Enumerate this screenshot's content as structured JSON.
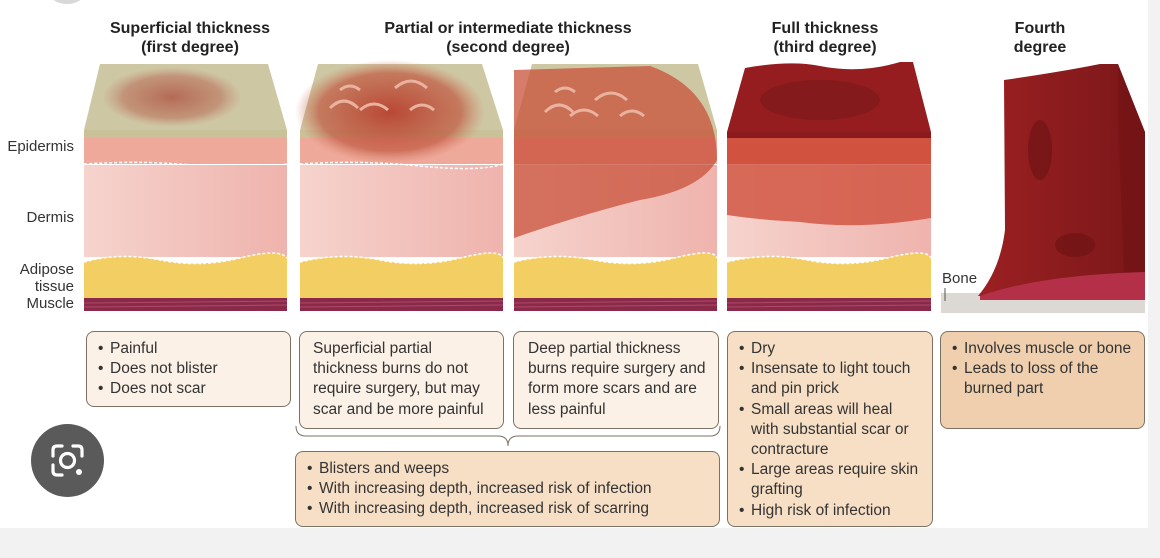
{
  "headings": {
    "superficial": {
      "line1": "Superficial thickness",
      "line2": "(first degree)"
    },
    "partial": {
      "line1": "Partial or intermediate thickness",
      "line2": "(second degree)"
    },
    "full": {
      "line1": "Full thickness",
      "line2": "(third degree)"
    },
    "fourth": {
      "line1": "Fourth",
      "line2": "degree"
    }
  },
  "layer_labels": {
    "epidermis": "Epidermis",
    "dermis": "Dermis",
    "adipose_line1": "Adipose",
    "adipose_line2": "tissue",
    "muscle": "Muscle",
    "bone": "Bone"
  },
  "boxes": {
    "superficial": [
      "Painful",
      "Does not blister",
      "Does not scar"
    ],
    "superficial_partial": "Superficial partial thickness burns do not require surgery, but may scar and be more painful",
    "deep_partial": "Deep partial thickness burns require surgery and form more scars and are less painful",
    "second_common": [
      "Blisters and weeps",
      "With increasing depth, increased risk of infection",
      "With increasing depth, increased risk of scarring"
    ],
    "full": [
      "Dry",
      "Insensate to light touch and pin prick",
      "Small areas will heal with substantial scar or contracture",
      "Large areas require skin grafting",
      "High risk of infection"
    ],
    "fourth": [
      "Involves muscle or bone",
      "Leads to loss of the burned part"
    ]
  },
  "colors": {
    "epidermis": "#eea898",
    "dermis": "#f3c2bc",
    "adipose": "#f3cf63",
    "muscle": "#8a2a4a",
    "surface": "#cfc9a6",
    "burn": "#b4412d",
    "charred": "#8e1b1c",
    "box_light": "#fbf1e6",
    "box_mid": "#f7dfc6"
  },
  "icons": {
    "lens": "camera-search-icon"
  }
}
